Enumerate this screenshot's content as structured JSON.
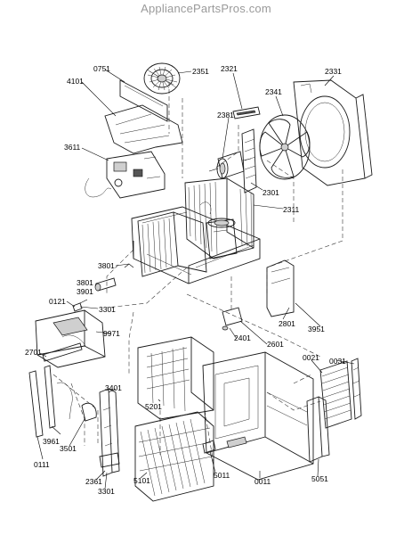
{
  "header": {
    "watermark": "AppliancePartsPros.com"
  },
  "callouts": [
    {
      "id": "c0751",
      "text": "0751"
    },
    {
      "id": "c2351",
      "text": "2351"
    },
    {
      "id": "c2321",
      "text": "2321"
    },
    {
      "id": "c2331",
      "text": "2331"
    },
    {
      "id": "c4101",
      "text": "4101"
    },
    {
      "id": "c2341",
      "text": "2341"
    },
    {
      "id": "c2381",
      "text": "2381"
    },
    {
      "id": "c3611",
      "text": "3611"
    },
    {
      "id": "c2301",
      "text": "2301"
    },
    {
      "id": "c2311",
      "text": "2311"
    },
    {
      "id": "c3801a",
      "text": "3801"
    },
    {
      "id": "c3801b",
      "text": "3801"
    },
    {
      "id": "c3901",
      "text": "3901"
    },
    {
      "id": "c0121",
      "text": "0121"
    },
    {
      "id": "c3301a",
      "text": "3301"
    },
    {
      "id": "c9971",
      "text": "9971"
    },
    {
      "id": "c2701",
      "text": "2701"
    },
    {
      "id": "c2801",
      "text": "2801"
    },
    {
      "id": "c3951",
      "text": "3951"
    },
    {
      "id": "c2401",
      "text": "2401"
    },
    {
      "id": "c2601",
      "text": "2601"
    },
    {
      "id": "c0021",
      "text": "0021"
    },
    {
      "id": "c0031",
      "text": "0031"
    },
    {
      "id": "c3401",
      "text": "3401"
    },
    {
      "id": "c5201",
      "text": "5201"
    },
    {
      "id": "c3961",
      "text": "3961"
    },
    {
      "id": "c3501",
      "text": "3501"
    },
    {
      "id": "c0111",
      "text": "0111"
    },
    {
      "id": "c2361",
      "text": "2361"
    },
    {
      "id": "c3301b",
      "text": "3301"
    },
    {
      "id": "c5101",
      "text": "5101"
    },
    {
      "id": "c5011",
      "text": "5011"
    },
    {
      "id": "c0011",
      "text": "0011"
    },
    {
      "id": "c5051",
      "text": "5051"
    }
  ]
}
